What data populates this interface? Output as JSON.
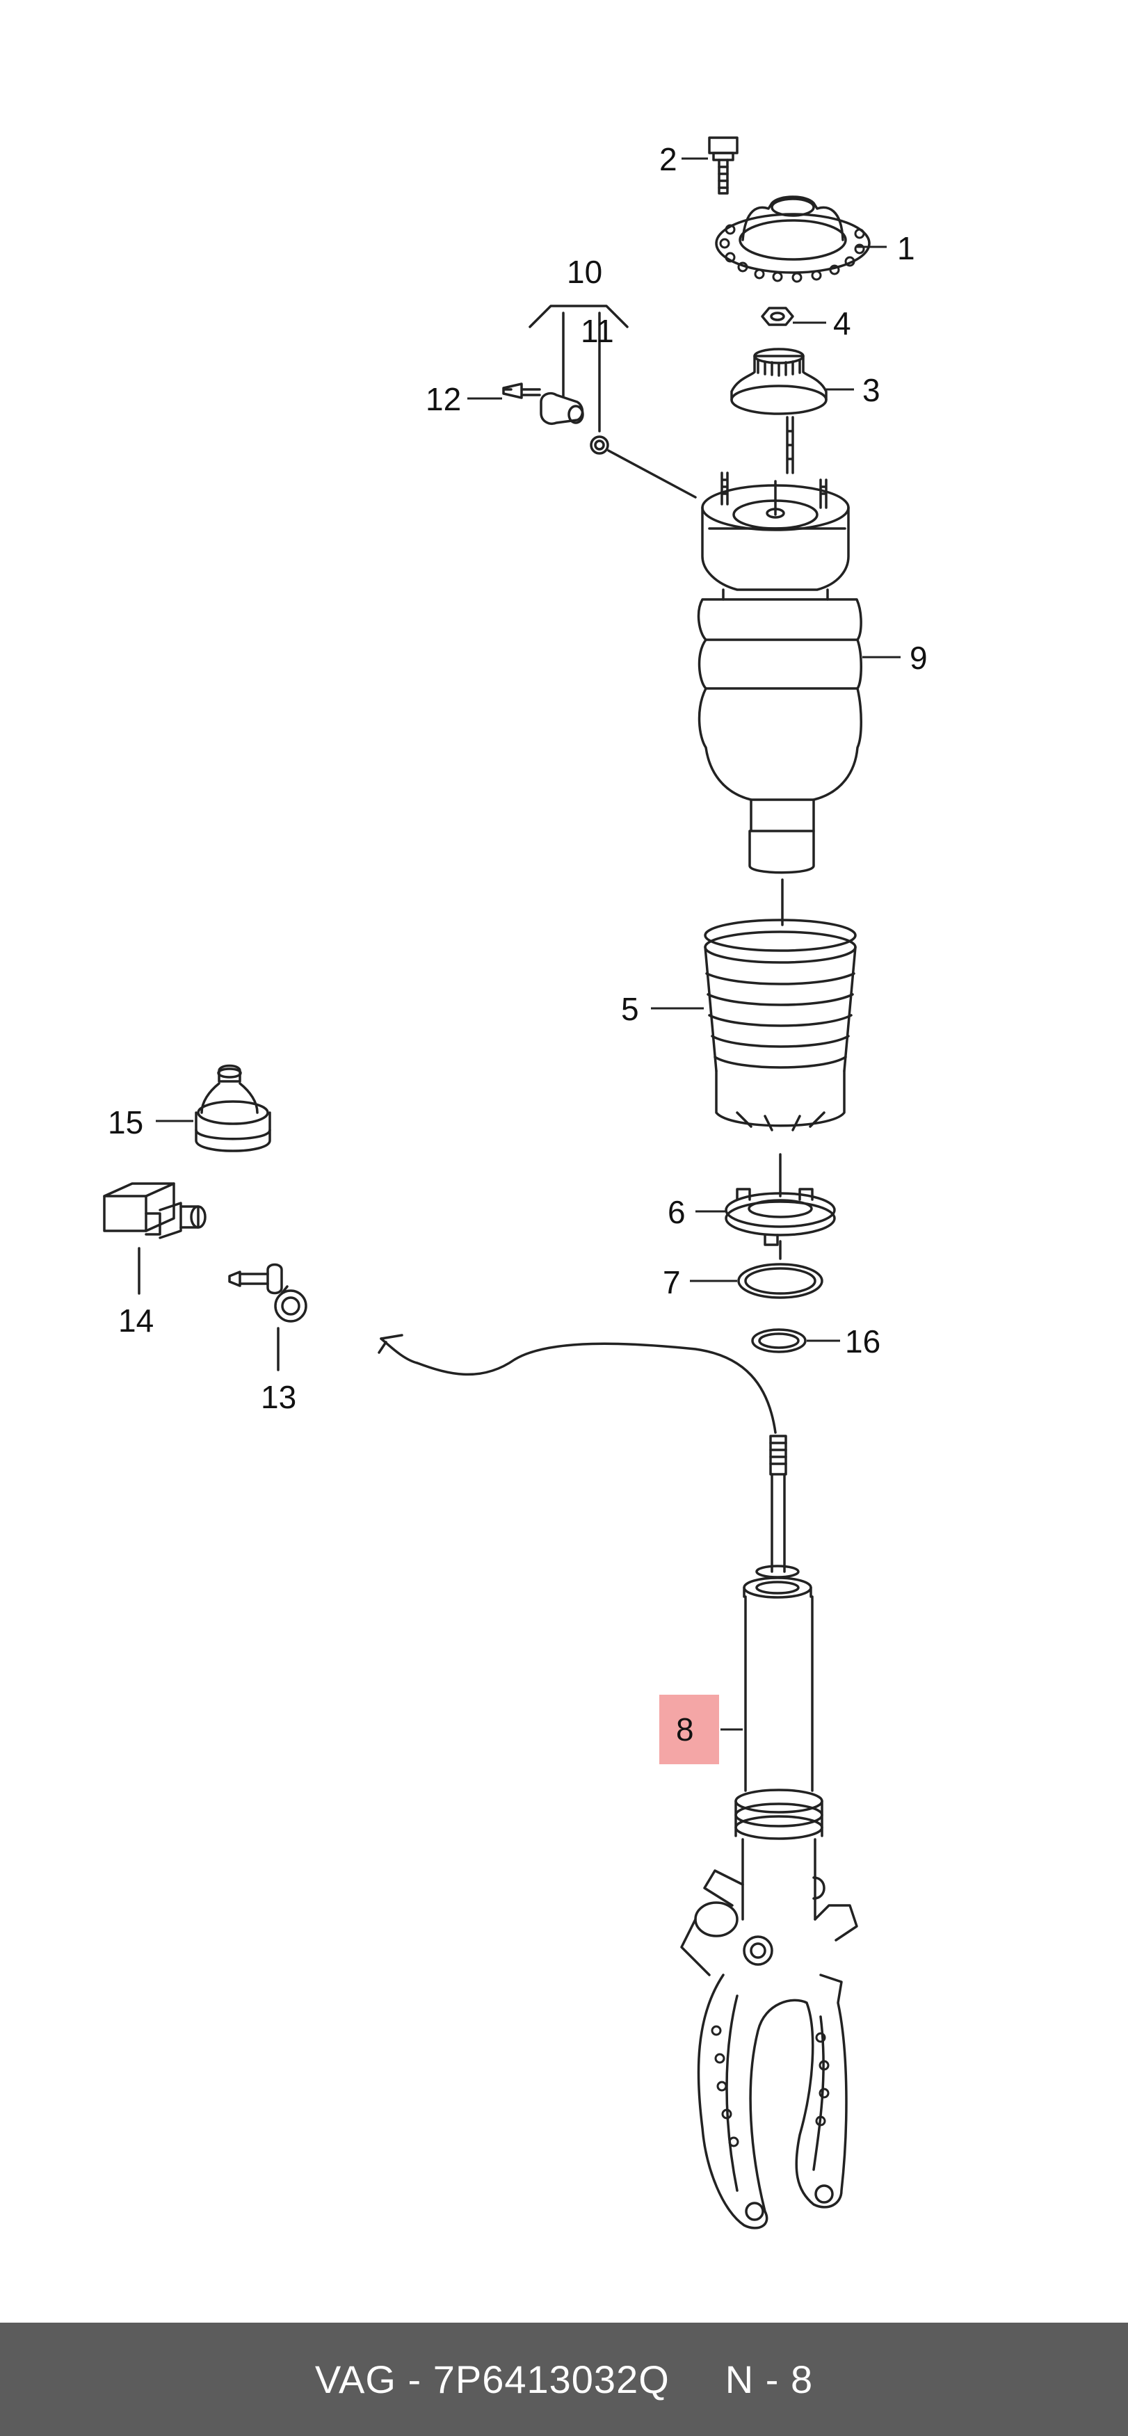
{
  "callouts": [
    {
      "id": "1",
      "text": "1"
    },
    {
      "id": "2",
      "text": "2"
    },
    {
      "id": "3",
      "text": "3"
    },
    {
      "id": "4",
      "text": "4"
    },
    {
      "id": "5",
      "text": "5"
    },
    {
      "id": "6",
      "text": "6"
    },
    {
      "id": "7",
      "text": "7"
    },
    {
      "id": "8",
      "text": "8"
    },
    {
      "id": "9",
      "text": "9"
    },
    {
      "id": "10",
      "text": "10"
    },
    {
      "id": "11",
      "text": "11"
    },
    {
      "id": "12",
      "text": "12"
    },
    {
      "id": "13",
      "text": "13"
    },
    {
      "id": "14",
      "text": "14"
    },
    {
      "id": "15",
      "text": "15"
    },
    {
      "id": "16",
      "text": "16"
    }
  ],
  "highlight": {
    "callout": "8",
    "color": "#f4a6a6"
  },
  "colors": {
    "line": "#222222",
    "footer_bg": "#5c5c5c",
    "footer_text": "#ffffff"
  },
  "footer": {
    "part_number": "VAG - 7P6413032Q",
    "position": "N - 8"
  }
}
